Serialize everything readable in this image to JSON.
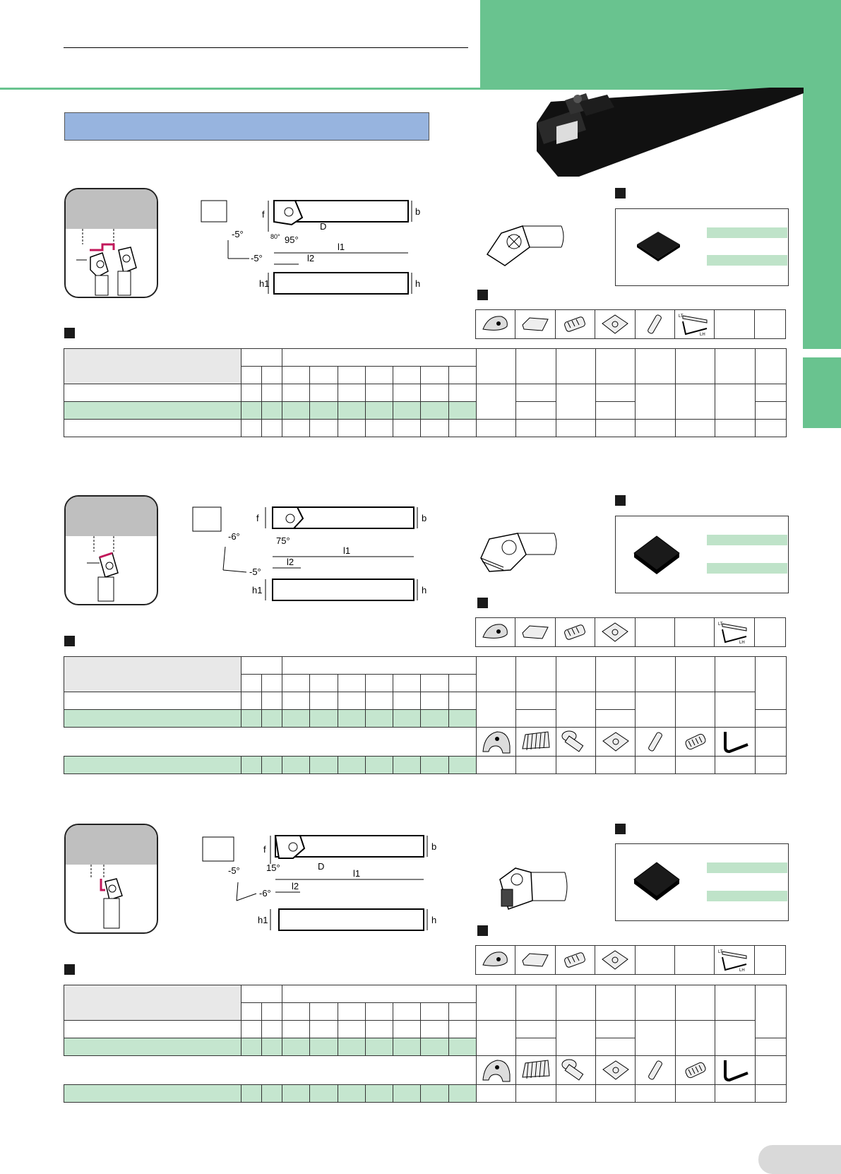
{
  "document": {
    "page_title": "",
    "section_banner": "",
    "page_number": ""
  },
  "colors": {
    "accent_green": "#69c38f",
    "pale_green": "#c5e6cf",
    "banner_blue": "#97b4df",
    "grey_band": "#bfbfbf"
  },
  "sections": [
    {
      "drawing_labels": {
        "f": "f",
        "b": "b",
        "D": "D",
        "l1": "l1",
        "l2": "l2",
        "h1": "h1",
        "h": "h",
        "angle_a": "-5°",
        "angle_b": "-5°",
        "angle_main": "95°",
        "angle_tip": "80°"
      },
      "icons": [
        "clamp-icon",
        "shim-icon",
        "screw-icon",
        "shim-seat-icon",
        "pin-icon",
        "hex-key-lt-lh-icon"
      ]
    },
    {
      "drawing_labels": {
        "f": "f",
        "b": "b",
        "l1": "l1",
        "l2": "l2",
        "h1": "h1",
        "h": "h",
        "angle_a": "-6°",
        "angle_b": "-5°",
        "angle_main": "75°"
      },
      "icons": [
        "clamp-icon",
        "shim-icon",
        "screw-icon",
        "shim-seat-icon",
        "hex-key-lt-lh-icon"
      ],
      "icons_row2": [
        "clamp-body-icon",
        "ribbed-pin-icon",
        "screw-icon",
        "shim-seat-icon",
        "pin-icon",
        "spring-icon",
        "hex-key-icon"
      ]
    },
    {
      "drawing_labels": {
        "f": "f",
        "b": "b",
        "D": "D",
        "l1": "l1",
        "l2": "l2",
        "h1": "h1",
        "h": "h",
        "angle_a": "-5°",
        "angle_b": "-6°",
        "angle_main": "15°"
      },
      "icons": [
        "clamp-icon",
        "shim-icon",
        "screw-icon",
        "shim-seat-icon",
        "hex-key-lt-lh-icon"
      ],
      "icons_row2": [
        "clamp-body-icon",
        "ribbed-pin-icon",
        "screw-icon",
        "shim-seat-icon",
        "pin-icon",
        "spring-icon",
        "hex-key-icon"
      ]
    }
  ]
}
